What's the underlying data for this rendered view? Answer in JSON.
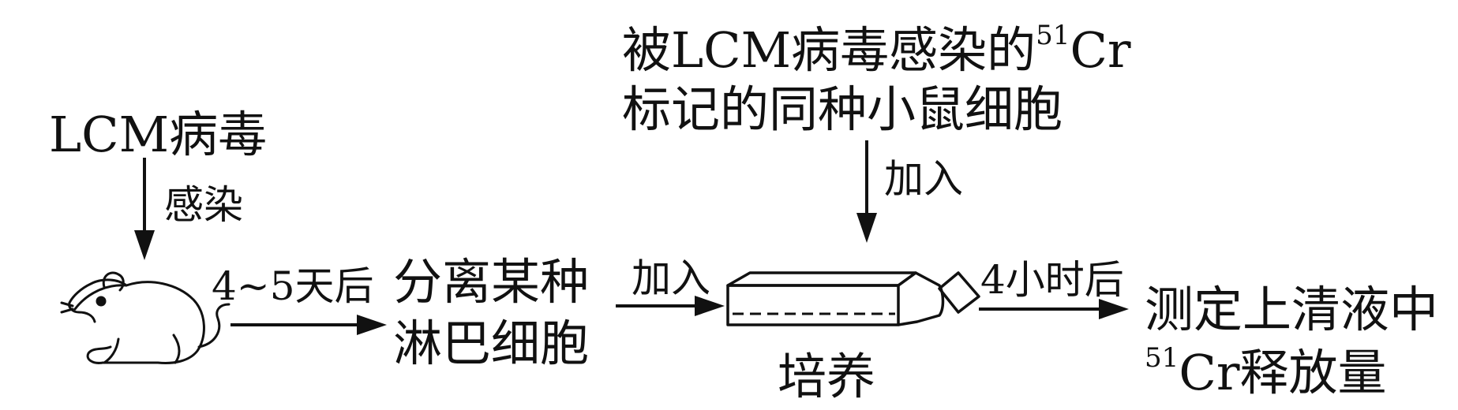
{
  "labels": {
    "virus": "LCM病毒",
    "infect": "感染",
    "wait": "4~5天后",
    "isolate_line1": "分离某种",
    "isolate_line2": "淋巴细胞",
    "add_left": "加入",
    "target_line1_prefix": "被LCM病毒感染的",
    "target_line1_sup": "51",
    "target_line1_suffix": "Cr",
    "target_line2": "标记的同种小鼠细胞",
    "add_top": "加入",
    "culture": "培养",
    "after4h": "4小时后",
    "measure_line1": "测定上清液中",
    "measure_line2_sup": "51",
    "measure_line2_rest": "Cr释放量"
  },
  "icons": {
    "mouse": "mouse-icon",
    "culture_tube": "culture-tube-icon",
    "arrow": "arrow-icon"
  },
  "colors": {
    "ink": "#111111",
    "background": "#ffffff"
  }
}
